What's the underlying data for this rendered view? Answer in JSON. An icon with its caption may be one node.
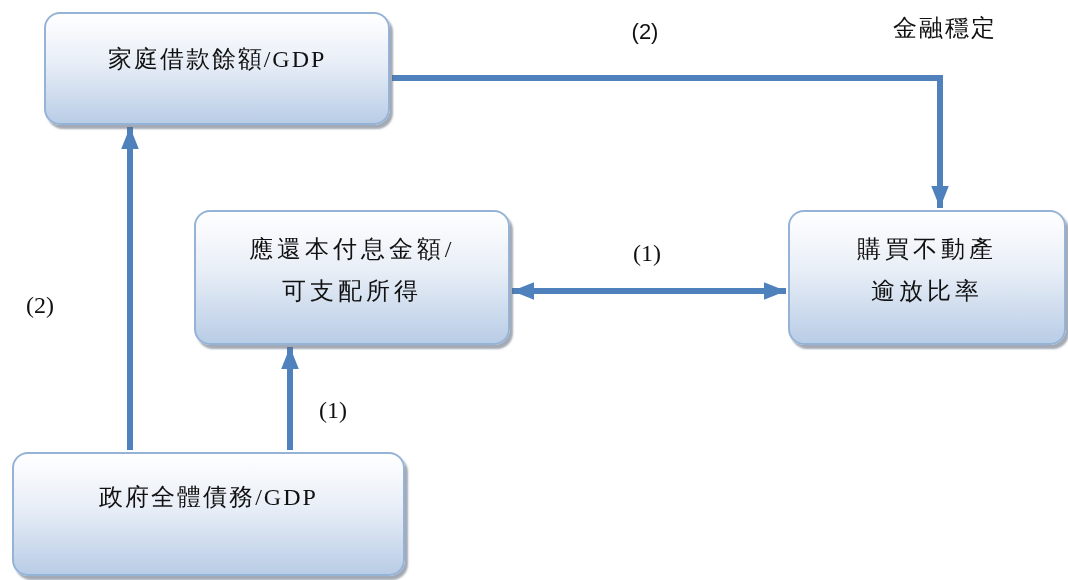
{
  "diagram": {
    "nodes": [
      {
        "text": [
          "家庭借款餘額/GDP"
        ]
      },
      {
        "text": [
          "應還本付息金額/可支配所得"
        ]
      },
      {
        "text": [
          "購買不動產逾放比率"
        ]
      },
      {
        "text": [
          "政府全體債務/GDP"
        ]
      }
    ],
    "edges": [
      {
        "from": 3,
        "to": 0,
        "arrow": "to",
        "label": "(2)"
      },
      {
        "from": 3,
        "to": 1,
        "arrow": "to",
        "label": "(1)"
      },
      {
        "from": 1,
        "to": 2,
        "arrow": "both",
        "label": "(1)"
      },
      {
        "from": 0,
        "to": 2,
        "arrow": "to",
        "label": "(2)"
      }
    ],
    "labels": [
      "金融穩定"
    ]
  }
}
